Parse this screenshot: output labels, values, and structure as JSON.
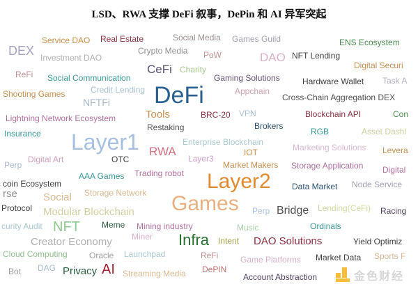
{
  "title": "LSD、RWA 支撑 DeFi 叙事，DePin 和 AI 异军突起",
  "words": [
    "DEX",
    "Service DAO",
    "Real Estate",
    "Social Media",
    "Games Guild",
    "ENS Ecosystem",
    "Investment DAO",
    "Crypto Media",
    "PoW",
    "DAO",
    "NFT Lending",
    "ReFi",
    "CeFi",
    "Charity",
    "Digital Securi",
    "Social Communication",
    "Gaming Solutions",
    "Hardware Wallet",
    "Task A",
    "Credit Lending",
    "Appchain",
    "Shooting Games",
    "DeFi",
    "Cross-Chain Aggregation DEX",
    "NFTFi",
    "Lightning Network Ecosystem",
    "Tools",
    "BRC-20",
    "VPN",
    "Blockchain API",
    "Con",
    "Restaking",
    "Brokers",
    "Insurance",
    "RGB",
    "Asset Dashl",
    "Layer1",
    "Enterprise Blockchain",
    "Marketing Solutions",
    "RWA",
    "IOT",
    "Levera",
    "Perp",
    "Digital Art",
    "OTC",
    "Layer3",
    "Market Makers",
    "Storage Application",
    "Digital",
    "AAA Games",
    "Trading robot",
    "Layer2",
    "coin Ecosystem",
    "Data Market",
    "Node Service",
    "rse",
    "Storage Network",
    "Social",
    "Games",
    "Protocol",
    "Modular Blockchain",
    "Perp",
    "Bridge",
    "Lending(CeFi)",
    "Racing",
    "curity Audit",
    "NFT",
    "Meme",
    "Mining industry",
    "Music",
    "Ordinals",
    "Creator Economy",
    "Miner",
    "Infra",
    "Intent",
    "DAO Solutions",
    "Yield Optimiz",
    "Cloud Computing",
    "Oracle",
    "Launchpad",
    "ReFi",
    "Game Platforms",
    "Market Data",
    "Sports F",
    "Bot",
    "DAG",
    "Privacy",
    "AI",
    "Streaming Media",
    "DePIN",
    "Account Abstraction"
  ],
  "watermark": "金色财经",
  "colors": {
    "logo": "#f5b21a",
    "defi": "#2a6090",
    "layer2": "#e08a30"
  }
}
